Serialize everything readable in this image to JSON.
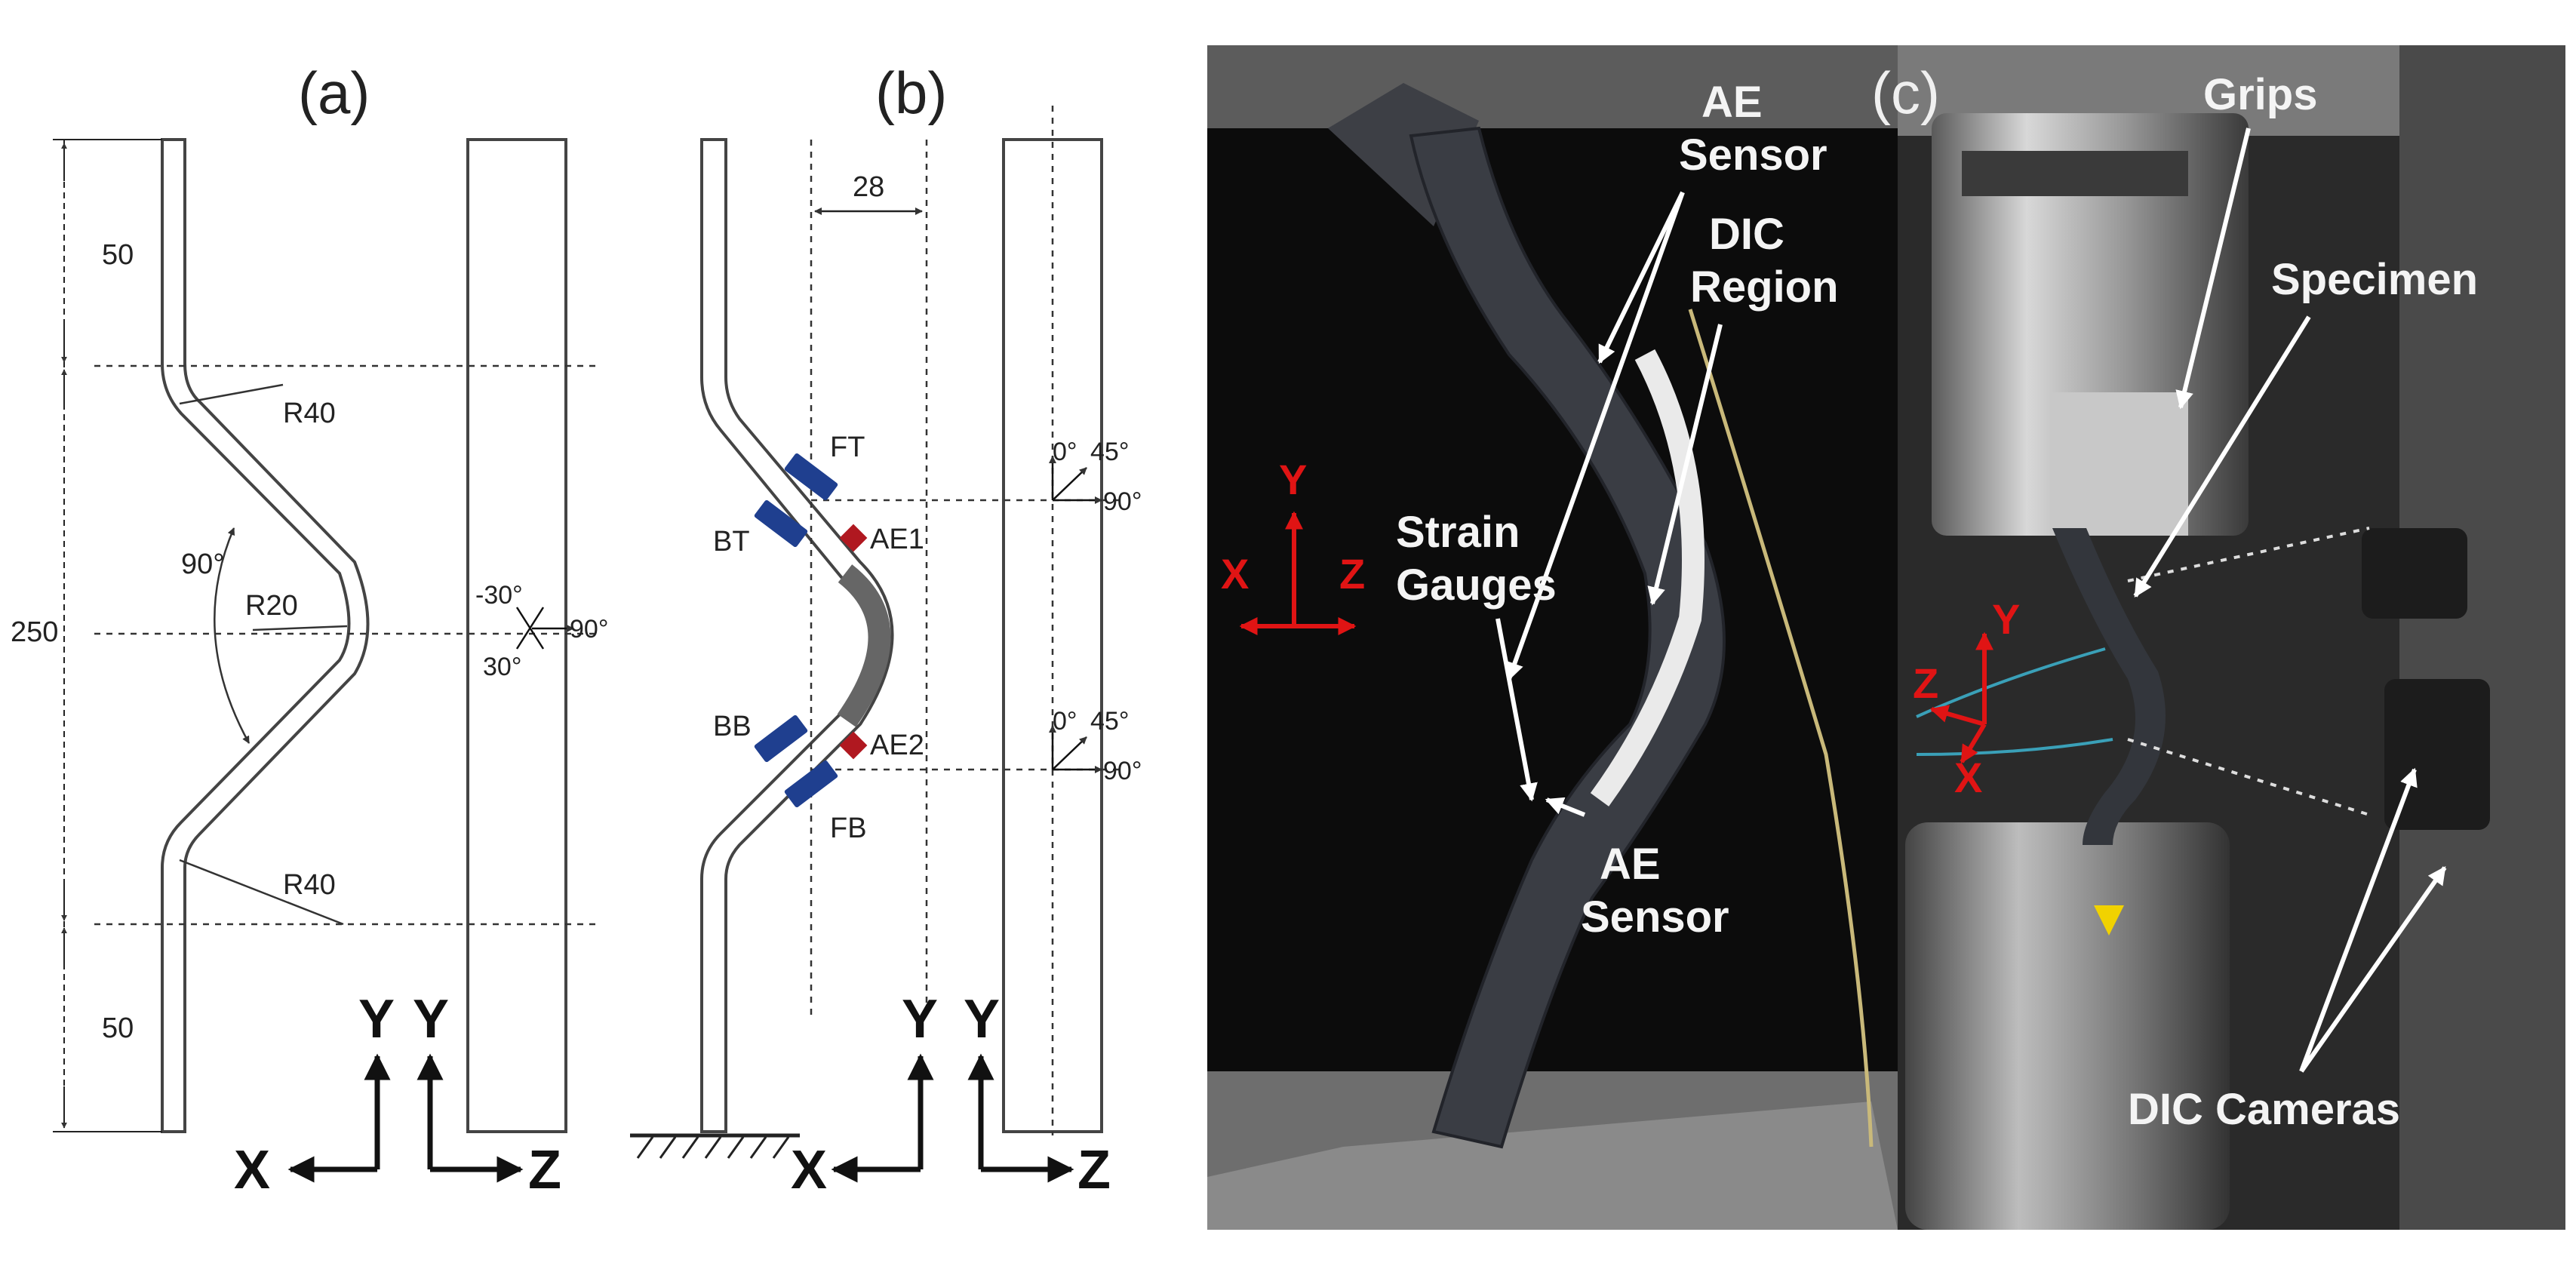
{
  "panels": {
    "a": {
      "label": "(a)",
      "dims": {
        "top_length": "50",
        "total_length": "250",
        "bottom_length": "50",
        "bend_radius_top": "R40",
        "bend_radius_mid": "R20",
        "bend_radius_bottom": "R40",
        "bend_angle": "90°"
      },
      "ply_angles": {
        "minus30": "-30°",
        "plus30": "30°",
        "ninety": "90°"
      },
      "axes": {
        "y_left": "Y",
        "x": "X",
        "y_right": "Y",
        "z": "Z"
      }
    },
    "b": {
      "label": "(b)",
      "dims": {
        "offset": "28"
      },
      "gauges": {
        "ft": "FT",
        "bt": "BT",
        "bb": "BB",
        "fb": "FB"
      },
      "sensors": {
        "ae1": "AE1",
        "ae2": "AE2"
      },
      "angles_top": {
        "zero": "0°",
        "fortyfive": "45°",
        "ninety": "90°"
      },
      "angles_bottom": {
        "zero": "0°",
        "fortyfive": "45°",
        "ninety": "90°"
      },
      "axes": {
        "y_left": "Y",
        "x": "X",
        "y_right": "Y",
        "z": "Z"
      }
    },
    "c": {
      "label": "(c)",
      "callouts": {
        "ae_sensor_top_1": "AE",
        "ae_sensor_top_2": "Sensor",
        "dic_region_1": "DIC",
        "dic_region_2": "Region",
        "strain_gauges_1": "Strain",
        "strain_gauges_2": "Gauges",
        "ae_sensor_bottom_1": "AE",
        "ae_sensor_bottom_2": "Sensor",
        "grips": "Grips",
        "specimen": "Specimen",
        "dic_cameras": "DIC Cameras"
      },
      "axes": {
        "y": "Y",
        "x": "X",
        "z": "Z"
      }
    }
  },
  "colors": {
    "gauge_blue": "#1f3f8f",
    "sensor_red": "#b01820",
    "axis_red": "#e01414",
    "specimen_dark": "#3a3d44"
  }
}
